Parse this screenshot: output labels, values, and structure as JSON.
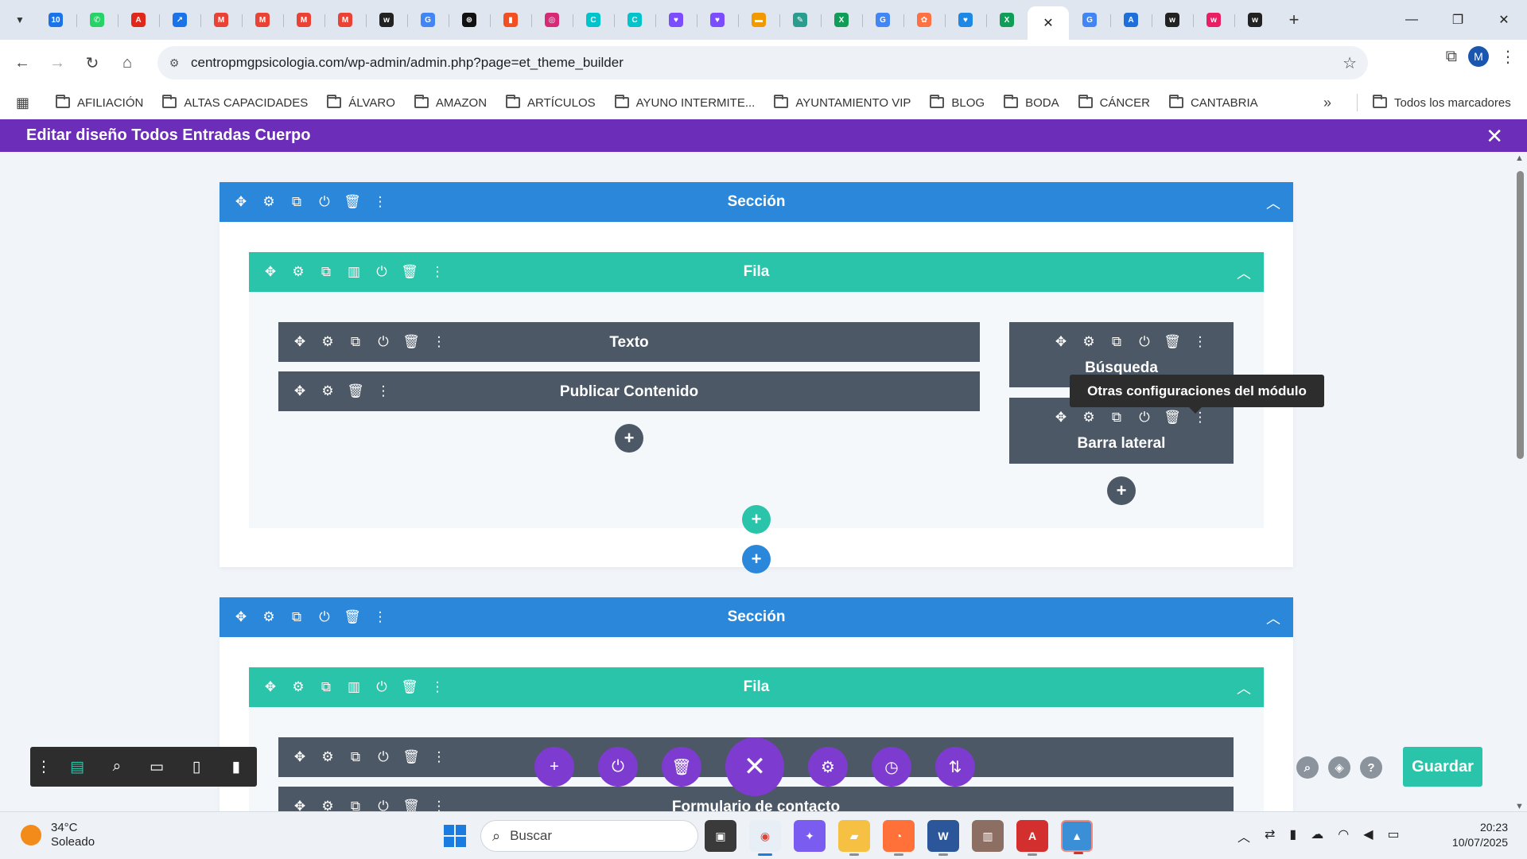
{
  "browser": {
    "tab_count_icons": [
      "calendar",
      "whatsapp",
      "adobe",
      "arrow",
      "gmail",
      "gmail",
      "gmail",
      "gmail",
      "writer",
      "google",
      "chatgpt",
      "office",
      "instagram",
      "canva",
      "canva",
      "heart",
      "heart",
      "pages",
      "pencil",
      "sheets",
      "google",
      "flower",
      "heart",
      "sheets"
    ],
    "tabs": [
      {
        "icon": "calendar-icon",
        "color": "#1a73e8",
        "text": "10"
      },
      {
        "icon": "whatsapp-icon",
        "color": "#25d366",
        "text": "✆"
      },
      {
        "icon": "acrobat-icon",
        "color": "#e0281a",
        "text": "A"
      },
      {
        "icon": "arrow-icon",
        "color": "#1a73e8",
        "text": "↗"
      },
      {
        "icon": "gmail-icon",
        "color": "#ea4335",
        "text": "M"
      },
      {
        "icon": "gmail-icon",
        "color": "#ea4335",
        "text": "M"
      },
      {
        "icon": "gmail-icon",
        "color": "#ea4335",
        "text": "M"
      },
      {
        "icon": "gmail-icon",
        "color": "#ea4335",
        "text": "M"
      },
      {
        "icon": "writer-icon",
        "color": "#222222",
        "text": "w"
      },
      {
        "icon": "google-icon",
        "color": "#4285f4",
        "text": "G"
      },
      {
        "icon": "chatgpt-icon",
        "color": "#111111",
        "text": "⊛"
      },
      {
        "icon": "office-icon",
        "color": "#f25022",
        "text": "▮"
      },
      {
        "icon": "instagram-icon",
        "color": "#d62976",
        "text": "◎"
      },
      {
        "icon": "canva-icon",
        "color": "#00c4cc",
        "text": "C"
      },
      {
        "icon": "canva-icon",
        "color": "#00c4cc",
        "text": "C"
      },
      {
        "icon": "heart-icon",
        "color": "#7c4dff",
        "text": "♥"
      },
      {
        "icon": "heart-icon",
        "color": "#7c4dff",
        "text": "♥"
      },
      {
        "icon": "slides-icon",
        "color": "#f29900",
        "text": "▬"
      },
      {
        "icon": "pencil-icon",
        "color": "#2a9d8f",
        "text": "✎"
      },
      {
        "icon": "sheets-icon",
        "color": "#0f9d58",
        "text": "X"
      },
      {
        "icon": "google-icon",
        "color": "#4285f4",
        "text": "G"
      },
      {
        "icon": "flower-icon",
        "color": "#ff7043",
        "text": "✿"
      },
      {
        "icon": "heart-icon",
        "color": "#1e88e5",
        "text": "♥"
      },
      {
        "icon": "sheets-icon",
        "color": "#0f9d58",
        "text": "X"
      }
    ],
    "tabs_after": [
      {
        "icon": "google-icon",
        "color": "#4285f4",
        "text": "G"
      },
      {
        "icon": "drive-icon",
        "color": "#1e6fd9",
        "text": "A"
      },
      {
        "icon": "writer-icon",
        "color": "#222222",
        "text": "w"
      },
      {
        "icon": "writer-icon",
        "color": "#e91e63",
        "text": "w"
      },
      {
        "icon": "writer-icon",
        "color": "#222222",
        "text": "w"
      }
    ],
    "active_tab_close": "✕",
    "url": "centropmgpsicologia.com/wp-admin/admin.php?page=et_theme_builder",
    "avatar_letter": "M"
  },
  "bookmarks": {
    "items": [
      "AFILIACIÓN",
      "ALTAS CAPACIDADES",
      "ÁLVARO",
      "AMAZON",
      "ARTÍCULOS",
      "AYUNO INTERMITE...",
      "AYUNTAMIENTO VIP",
      "BLOG",
      "BODA",
      "CÁNCER",
      "CANTABRIA"
    ],
    "more": "»",
    "all": "Todos los marcadores"
  },
  "divi": {
    "title": "Editar diseño Todos Entradas Cuerpo",
    "section_label": "Sección",
    "row_label": "Fila",
    "modules": {
      "texto": "Texto",
      "publicar": "Publicar Contenido",
      "busqueda": "Búsqueda",
      "barra": "Barra lateral",
      "formulario": "Formulario de contacto"
    },
    "tooltip": "Otras configuraciones del módulo",
    "save": "Guardar"
  },
  "taskbar": {
    "temp": "34°C",
    "condition": "Soleado",
    "search_placeholder": "Buscar",
    "time": "20:23",
    "date": "10/07/2025"
  },
  "colors": {
    "divi_purple": "#6c2eb9",
    "section_blue": "#2b87da",
    "row_green": "#29c4a9",
    "module_dark": "#4c5866"
  }
}
